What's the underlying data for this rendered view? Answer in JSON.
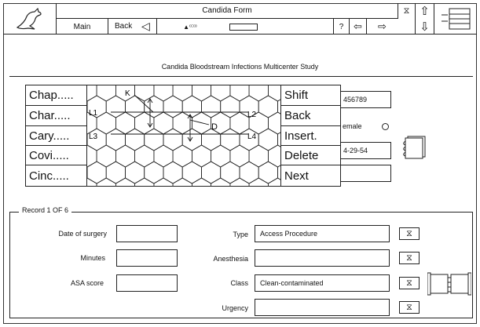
{
  "window": {
    "title": "Candida Form",
    "icon": "kangaroo-icon"
  },
  "toolbar": {
    "main_label": "Main",
    "back_label": "Back",
    "help_label": "?",
    "prev_symbol": "◁",
    "left_arrow": "⇦",
    "right_arrow": "⇨",
    "up_arrow": "⇧",
    "down_arrow": "⇩",
    "sort_symbol": "⧖",
    "speaker_label": "▲⁽⁽⁾⁾⁾"
  },
  "study_title": "Candida Bloodstream Infections Multicenter Study",
  "patient": {
    "id_value": "456789",
    "sex_label": "emale",
    "date_value": "4-29-54"
  },
  "keyboard": {
    "left_keys": [
      "Chap.....",
      "Char.....",
      "Cary.....",
      "Covi.....",
      "Cinc....."
    ],
    "right_keys": [
      "Shift",
      "Back",
      "Insert.",
      "Delete",
      "Next"
    ],
    "labels": {
      "k": "K",
      "l1": "L1",
      "l2": "L2",
      "l3": "L3",
      "l4": "L4",
      "d": "D"
    }
  },
  "record": {
    "legend": "Record 1 OF 6",
    "fields_left": [
      {
        "label": "Date of surgery",
        "value": ""
      },
      {
        "label": "Minutes",
        "value": ""
      },
      {
        "label": "ASA score",
        "value": ""
      }
    ],
    "fields_right": [
      {
        "label": "Type",
        "value": "Access Procedure"
      },
      {
        "label": "Anesthesia",
        "value": ""
      },
      {
        "label": "Class",
        "value": "Clean-contaminated"
      },
      {
        "label": "Urgency",
        "value": ""
      }
    ],
    "dropdown_symbol": "⧖"
  }
}
